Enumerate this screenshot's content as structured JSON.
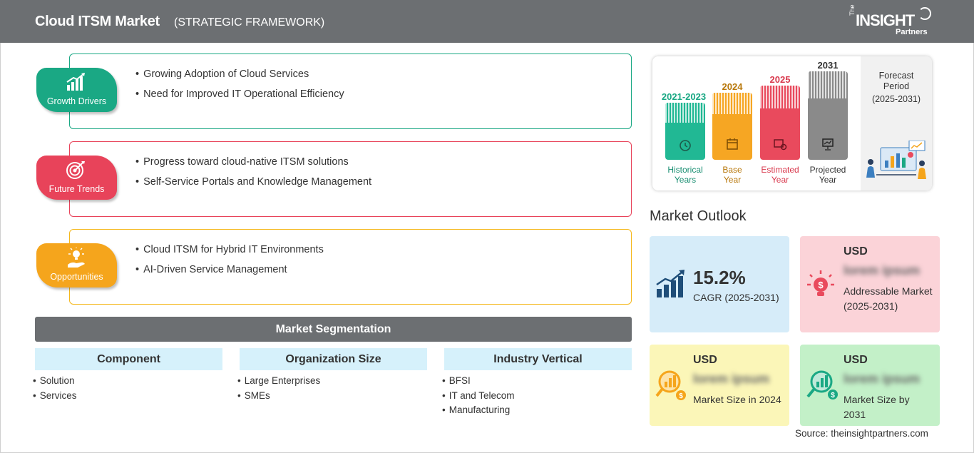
{
  "header": {
    "title": "Cloud ITSM Market",
    "subtitle": "(STRATEGIC FRAMEWORK)",
    "logo_the": "The",
    "logo_insight": "INSIGHT",
    "logo_partners": "Partners"
  },
  "colors": {
    "header_bg": "#6c6f72",
    "growth": "#1aa884",
    "trends": "#e8435a",
    "opportunities": "#f5a51c",
    "historical": "#21b894",
    "base": "#f6a623",
    "estimated": "#e94a5d",
    "projected": "#8a8a8a"
  },
  "strategic": {
    "growth_drivers": {
      "label": "Growth Drivers",
      "icon": "bar-growth-icon",
      "items": [
        "Growing Adoption of Cloud Services",
        "Need for Improved IT Operational Efficiency"
      ]
    },
    "future_trends": {
      "label": "Future Trends",
      "icon": "target-icon",
      "items": [
        "Progress toward cloud-native ITSM solutions",
        "Self-Service Portals and Knowledge Management"
      ]
    },
    "opportunities": {
      "label": "Opportunities",
      "icon": "hand-lightbulb-icon",
      "items": [
        "Cloud ITSM for Hybrid IT Environments",
        "AI-Driven Service Management"
      ]
    }
  },
  "segmentation": {
    "title": "Market Segmentation",
    "columns": [
      {
        "heading": "Component",
        "items": [
          "Solution",
          "Services"
        ]
      },
      {
        "heading": "Organization Size",
        "items": [
          "Large Enterprises",
          "SMEs"
        ]
      },
      {
        "heading": "Industry Vertical",
        "items": [
          "BFSI",
          "IT and Telecom",
          "Manufacturing"
        ]
      }
    ]
  },
  "timeline": {
    "historical": {
      "year": "2021-2023",
      "label1": "Historical",
      "label2": "Years"
    },
    "base": {
      "year": "2024",
      "label1": "Base",
      "label2": "Year"
    },
    "estimated": {
      "year": "2025",
      "label1": "Estimated",
      "label2": "Year"
    },
    "projected": {
      "year": "2031",
      "label1": "Projected",
      "label2": "Year"
    },
    "forecast_title_1": "Forecast",
    "forecast_title_2": "Period",
    "forecast_range": "(2025-2031)"
  },
  "outlook": {
    "title": "Market Outlook",
    "cagr_value": "15.2%",
    "cagr_label": "CAGR (2025-2031)",
    "addressable": {
      "currency": "USD",
      "value": "lorem ipsum",
      "label": "Addressable Market (2025-2031)"
    },
    "size_2024": {
      "currency": "USD",
      "value": "lorem ipsum",
      "label": "Market Size in 2024"
    },
    "size_2031": {
      "currency": "USD",
      "value": "lorem ipsum",
      "label": "Market Size by 2031"
    }
  },
  "source": "Source: theinsightpartners.com"
}
